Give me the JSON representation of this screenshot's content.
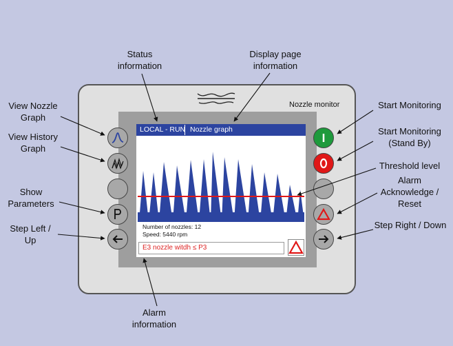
{
  "callouts": {
    "status_information": "Status\ninformation",
    "display_page_information": "Display page\ninformation",
    "view_nozzle_graph": "View Nozzle\nGraph",
    "view_history_graph": "View History\nGraph",
    "show_parameters": "Show\nParameters",
    "step_left_up": "Step Left /\nUp",
    "start_monitoring": "Start Monitoring",
    "start_monitoring_standby": "Start Monitoring\n(Stand By)",
    "threshold_level": "Threshold level",
    "alarm_acknowledge_reset": "Alarm\nAcknowledge /\nReset",
    "step_right_down": "Step Right / Down",
    "alarm_information": "Alarm\ninformation"
  },
  "device": {
    "title": "Nozzle monitor"
  },
  "screen": {
    "status_left": "LOCAL - RUN",
    "status_right": "Nozzle graph",
    "nozzles_line": "Number of nozzles: 12",
    "speed_line": "Speed: 5440 rpm",
    "alarm_text": "E3 nozzle witdh ≤ P3"
  },
  "colors": {
    "status_bar": "#2c44a0",
    "graph_fill": "#2c44a0",
    "threshold": "#e01818",
    "start_green": "#1e9a3c",
    "standby_red": "#e01818"
  },
  "icons": {
    "left_buttons": [
      "nozzle-graph-icon",
      "history-graph-icon",
      "blank",
      "p-icon",
      "arrow-left-icon"
    ],
    "right_buttons": [
      "power-on-icon",
      "standby-icon",
      "blank",
      "alarm-triangle-icon",
      "arrow-right-icon"
    ]
  }
}
